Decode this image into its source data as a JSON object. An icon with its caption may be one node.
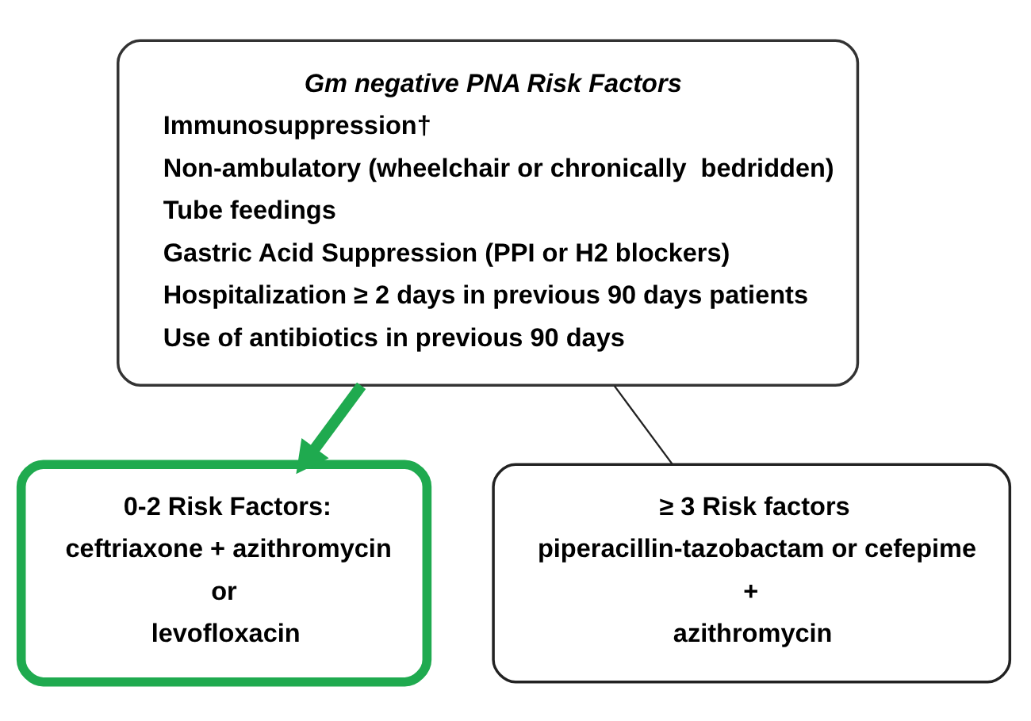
{
  "diagram": {
    "nodes": [
      {
        "text": [
          "Gm negative PNA Risk Factors",
          "Immunosuppression†",
          "Non-ambulatory (wheelchair or chronically  bedridden)",
          "Tube feedings",
          "Gastric Acid Suppression (PPI or H2 blockers)",
          "Hospitalization ≥ 2 days in previous 90 days patients",
          "Use of antibiotics in previous 90 days"
        ]
      },
      {
        "text": [
          "0-2 Risk Factors:",
          "ceftriaxone + azithromycin",
          "or",
          "levofloxacin"
        ]
      },
      {
        "text": [
          "≥ 3 Risk factors",
          "piperacillin-tazobactam or cefepime",
          "+",
          "azithromycin"
        ]
      }
    ],
    "edges": [
      {
        "from": 0,
        "to": 1,
        "arrow": "to",
        "style": "thick",
        "color": "#1faa4f"
      },
      {
        "from": 0,
        "to": 2,
        "arrow": "none",
        "color": "#222222"
      }
    ]
  }
}
